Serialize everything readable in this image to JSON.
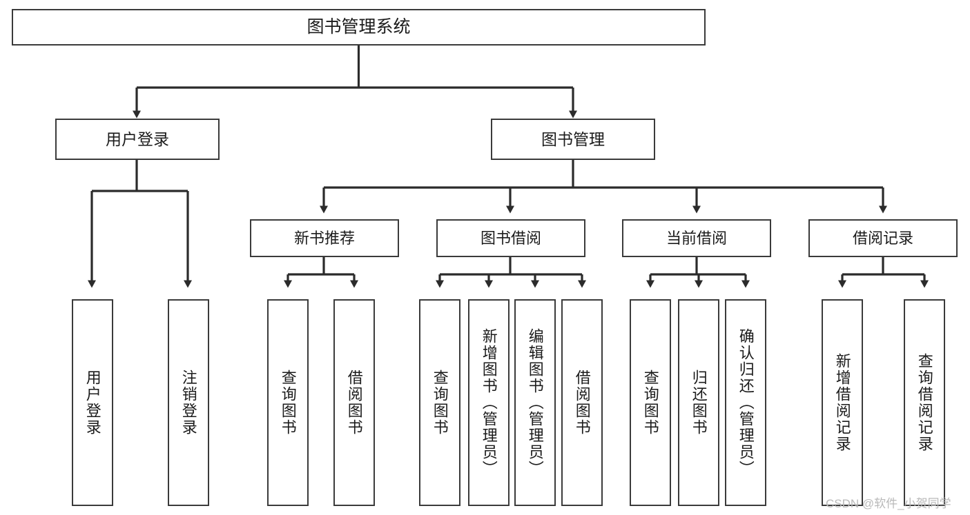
{
  "diagram": {
    "type": "hierarchy-tree",
    "title": "图书管理系统",
    "orientation": "top-down",
    "colors": {
      "box_border": "#3a3a3a",
      "box_fill": "#ffffff",
      "connector": "#2b2b2b",
      "text": "#1b1b1b",
      "watermark": "#b9b9b9",
      "background": "#ffffff"
    },
    "root": {
      "label": "图书管理系统"
    },
    "level2": [
      {
        "label": "用户登录"
      },
      {
        "label": "图书管理"
      }
    ],
    "level3": [
      {
        "label": "新书推荐"
      },
      {
        "label": "图书借阅"
      },
      {
        "label": "当前借阅"
      },
      {
        "label": "借阅记录"
      }
    ],
    "leaves": {
      "user_login": [
        {
          "label": "用户登录"
        },
        {
          "label": "注销登录"
        }
      ],
      "new_book_recommend": [
        {
          "label": "查询图书"
        },
        {
          "label": "借阅图书"
        }
      ],
      "book_borrow": [
        {
          "label": "查询图书"
        },
        {
          "label": "新增图书（管理员）"
        },
        {
          "label": "编辑图书（管理员）"
        },
        {
          "label": "借阅图书"
        }
      ],
      "current_borrow": [
        {
          "label": "查询图书"
        },
        {
          "label": "归还图书"
        },
        {
          "label": "确认归还（管理员）"
        }
      ],
      "borrow_record": [
        {
          "label": "新增借阅记录"
        },
        {
          "label": "查询借阅记录"
        }
      ]
    },
    "watermark": "CSDN @软件_小贺同学"
  }
}
